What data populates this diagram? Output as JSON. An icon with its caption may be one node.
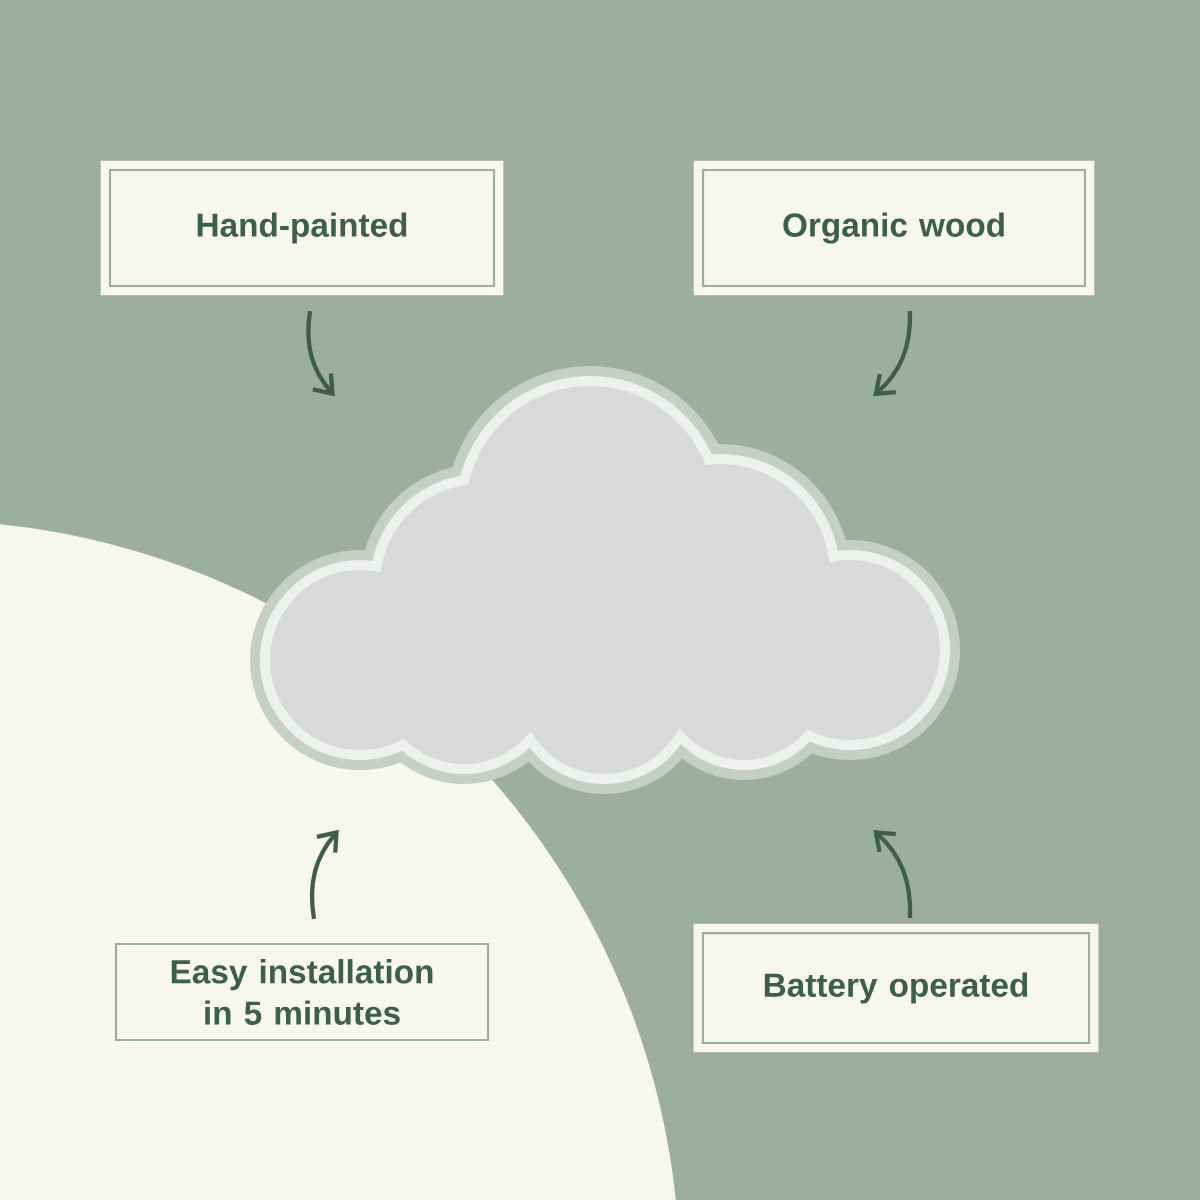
{
  "diagram": {
    "nodes": [
      {
        "text": [
          "Hand-painted"
        ]
      },
      {
        "text": [
          "Organic wood"
        ]
      },
      {
        "text": [],
        "shape": "cloud"
      },
      {
        "text": [
          "Easy installation in 5 minutes"
        ]
      },
      {
        "text": [
          "Battery operated"
        ]
      }
    ],
    "edges": [
      {
        "from": 0,
        "to": 2,
        "arrow": "to"
      },
      {
        "from": 1,
        "to": 2,
        "arrow": "to"
      },
      {
        "from": 3,
        "to": 2,
        "arrow": "to"
      },
      {
        "from": 4,
        "to": 2,
        "arrow": "to"
      }
    ]
  }
}
